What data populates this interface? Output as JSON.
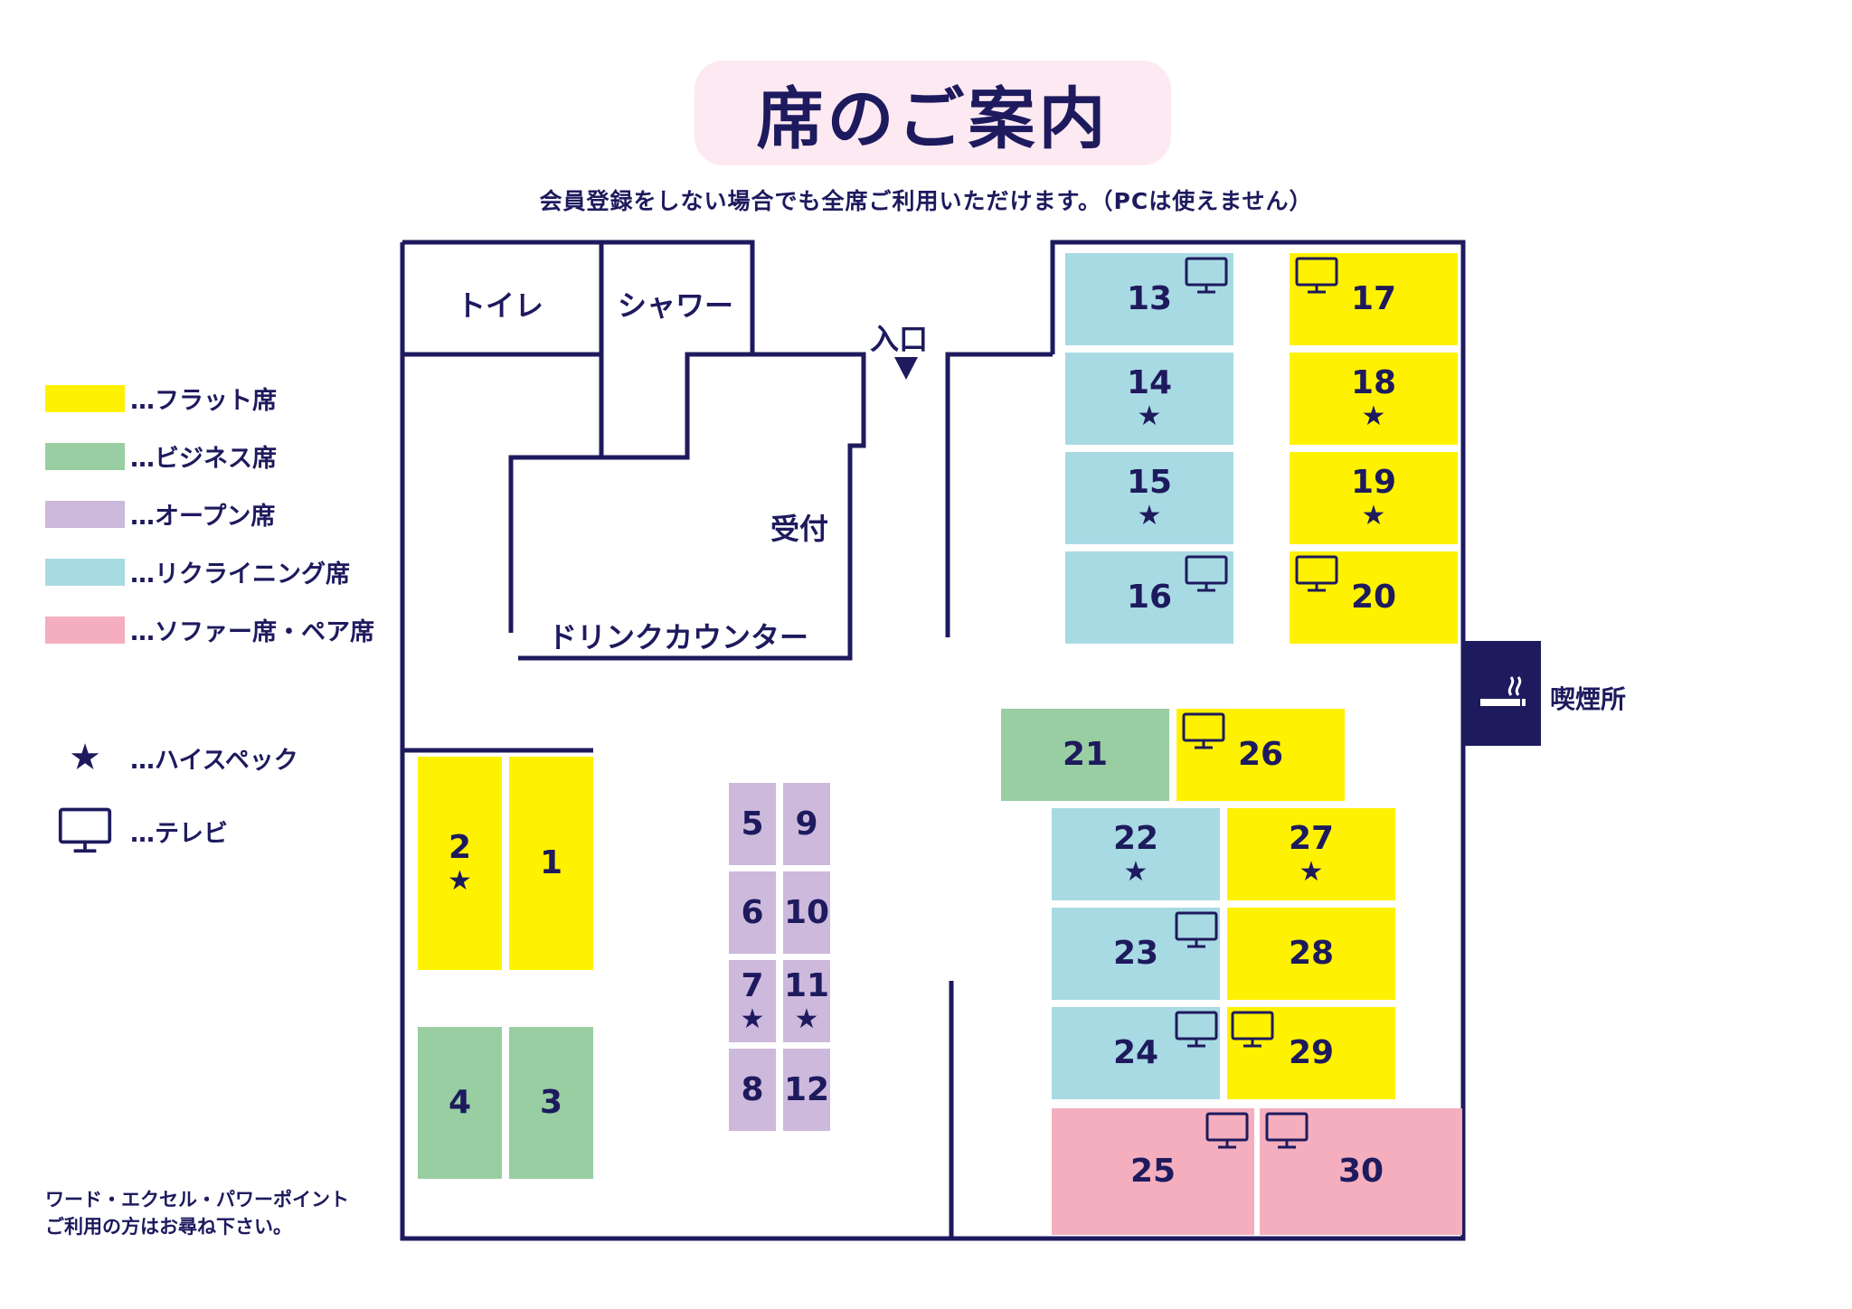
{
  "title": "席のご案内",
  "subtitle": "会員登録をしない場合でも全席ご利用いただけます。（PCは使えません）",
  "rooms": {
    "toilet": "トイレ",
    "shower": "シャワー",
    "entrance": "入口",
    "reception": "受付",
    "drink_counter": "ドリンクカウンター",
    "smoking": "喫煙所"
  },
  "legend": {
    "flat": "…フラット席",
    "business": "…ビジネス席",
    "open": "…オープン席",
    "reclining": "…リクライニング席",
    "sofa": "…ソファー席・ペア席",
    "high_spec": "…ハイスペック",
    "tv": "…テレビ"
  },
  "colors": {
    "navy": "#1e1a5e",
    "flat": "#fff200",
    "business": "#98cea1",
    "open": "#cdb9dc",
    "reclining": "#a8dae3",
    "sofa": "#f4aebd",
    "title_bg": "#fde9f1"
  },
  "note": {
    "line1": "ワード・エクセル・パワーポイント",
    "line2": "ご利用の方はお尋ね下さい。"
  },
  "star_symbol": "★",
  "seats": {
    "s1": {
      "number": "1",
      "type": "flat",
      "high_spec": false,
      "tv": false
    },
    "s2": {
      "number": "2",
      "type": "flat",
      "high_spec": true,
      "tv": false
    },
    "s3": {
      "number": "3",
      "type": "business",
      "high_spec": false,
      "tv": false
    },
    "s4": {
      "number": "4",
      "type": "business",
      "high_spec": false,
      "tv": false
    },
    "s5": {
      "number": "5",
      "type": "open",
      "high_spec": false,
      "tv": false
    },
    "s6": {
      "number": "6",
      "type": "open",
      "high_spec": false,
      "tv": false
    },
    "s7": {
      "number": "7",
      "type": "open",
      "high_spec": true,
      "tv": false
    },
    "s8": {
      "number": "8",
      "type": "open",
      "high_spec": false,
      "tv": false
    },
    "s9": {
      "number": "9",
      "type": "open",
      "high_spec": false,
      "tv": false
    },
    "s10": {
      "number": "10",
      "type": "open",
      "high_spec": false,
      "tv": false
    },
    "s11": {
      "number": "11",
      "type": "open",
      "high_spec": true,
      "tv": false
    },
    "s12": {
      "number": "12",
      "type": "open",
      "high_spec": false,
      "tv": false
    },
    "s13": {
      "number": "13",
      "type": "reclining",
      "high_spec": false,
      "tv": true
    },
    "s14": {
      "number": "14",
      "type": "reclining",
      "high_spec": true,
      "tv": false
    },
    "s15": {
      "number": "15",
      "type": "reclining",
      "high_spec": true,
      "tv": false
    },
    "s16": {
      "number": "16",
      "type": "reclining",
      "high_spec": false,
      "tv": true
    },
    "s17": {
      "number": "17",
      "type": "flat",
      "high_spec": false,
      "tv": true
    },
    "s18": {
      "number": "18",
      "type": "flat",
      "high_spec": true,
      "tv": false
    },
    "s19": {
      "number": "19",
      "type": "flat",
      "high_spec": true,
      "tv": false
    },
    "s20": {
      "number": "20",
      "type": "flat",
      "high_spec": false,
      "tv": true
    },
    "s21": {
      "number": "21",
      "type": "business",
      "high_spec": false,
      "tv": false
    },
    "s22": {
      "number": "22",
      "type": "reclining",
      "high_spec": true,
      "tv": false
    },
    "s23": {
      "number": "23",
      "type": "reclining",
      "high_spec": false,
      "tv": true
    },
    "s24": {
      "number": "24",
      "type": "reclining",
      "high_spec": false,
      "tv": true
    },
    "s25": {
      "number": "25",
      "type": "sofa",
      "high_spec": false,
      "tv": true
    },
    "s26": {
      "number": "26",
      "type": "flat",
      "high_spec": false,
      "tv": true
    },
    "s27": {
      "number": "27",
      "type": "flat",
      "high_spec": true,
      "tv": false
    },
    "s28": {
      "number": "28",
      "type": "flat",
      "high_spec": false,
      "tv": false
    },
    "s29": {
      "number": "29",
      "type": "flat",
      "high_spec": false,
      "tv": true
    },
    "s30": {
      "number": "30",
      "type": "sofa",
      "high_spec": false,
      "tv": true
    }
  }
}
